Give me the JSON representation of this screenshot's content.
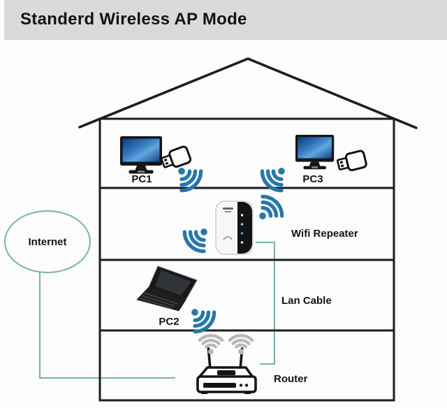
{
  "header": {
    "title": "Standerd Wireless AP Mode"
  },
  "cloud": {
    "label": "Internet"
  },
  "house": {
    "top_floor": {
      "pc1_label": "PC1",
      "pc3_label": "PC3"
    },
    "repeater_floor": {
      "label": "Wifi Repeater"
    },
    "pc2_floor": {
      "pc2_label": "PC2",
      "cable_label": "Lan Cable"
    },
    "ground_floor": {
      "label": "Router"
    }
  },
  "icons": {
    "wifi_signal": "wifi-arcs-with-dot",
    "usb_adapter": "usb-wifi-dongle",
    "desktop_monitor": "desktop-monitor",
    "laptop": "laptop",
    "repeater_device": "wall-plug-wifi-repeater",
    "router_device": "two-antenna-router",
    "router_waves": "gray-wifi-waves"
  },
  "colors": {
    "header_bg": "#dadada",
    "cable_teal": "#79b1a9",
    "wifi_blue": "#2578ab",
    "wave_gray": "#b8b8b8",
    "outline_black": "#1c1c1c",
    "screen_blue": "#3b82c8"
  }
}
